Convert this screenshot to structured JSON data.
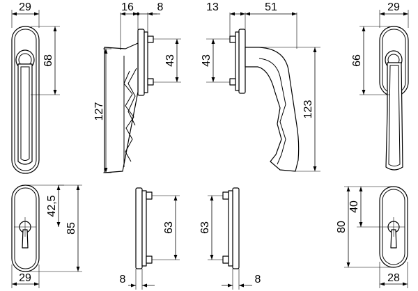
{
  "dimensions": {
    "top_left_width": "29",
    "top_left_height": "68",
    "side_left_depth": "16",
    "side_left_plate": "8",
    "side_left_spacing": "43",
    "side_left_length": "127",
    "side_right_plate": "13",
    "side_right_reach": "51",
    "side_right_spacing": "43",
    "side_right_length": "123",
    "top_right_width": "29",
    "top_right_height": "66",
    "bottom_left_height_total": "85",
    "bottom_left_height_half": "42,5",
    "bottom_left_width": "29",
    "bottom_mid1_spacing": "63",
    "bottom_mid1_thickness": "8",
    "bottom_mid2_spacing": "63",
    "bottom_mid2_thickness": "8",
    "bottom_right_height_total": "80",
    "bottom_right_height_half": "40",
    "bottom_right_width": "28"
  }
}
